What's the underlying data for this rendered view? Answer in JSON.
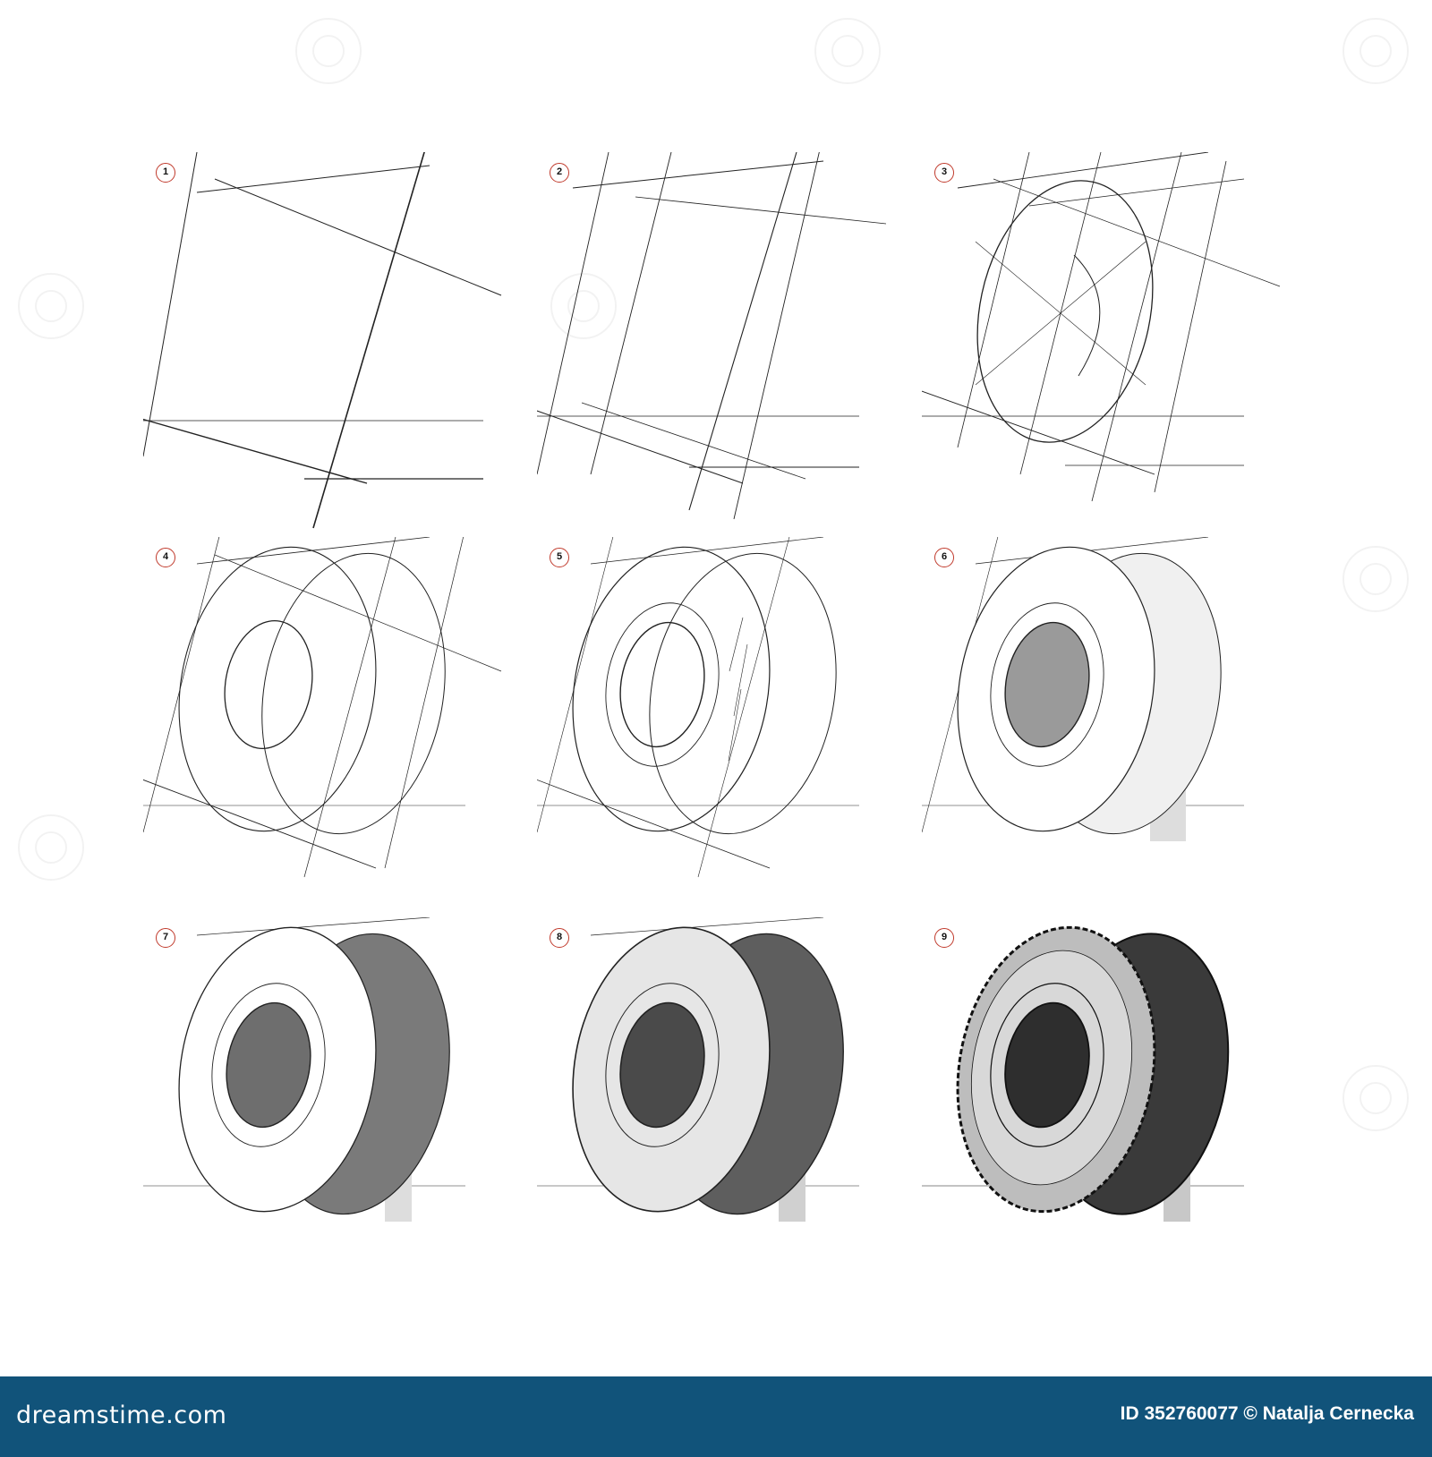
{
  "steps": [
    {
      "number": "1"
    },
    {
      "number": "2"
    },
    {
      "number": "3"
    },
    {
      "number": "4"
    },
    {
      "number": "5"
    },
    {
      "number": "6"
    },
    {
      "number": "7"
    },
    {
      "number": "8"
    },
    {
      "number": "9"
    }
  ],
  "footer": {
    "logo_text": "dreamstime.com",
    "credit_text": "ID 352760077 © Natalja Cernecka"
  },
  "colors": {
    "badge_border": "#c0392b",
    "footer_background": "#11537a",
    "footer_text": "#ffffff",
    "sketch_line": "#222222"
  },
  "icons": [
    "dreamstime-spiral-watermark-icon"
  ]
}
